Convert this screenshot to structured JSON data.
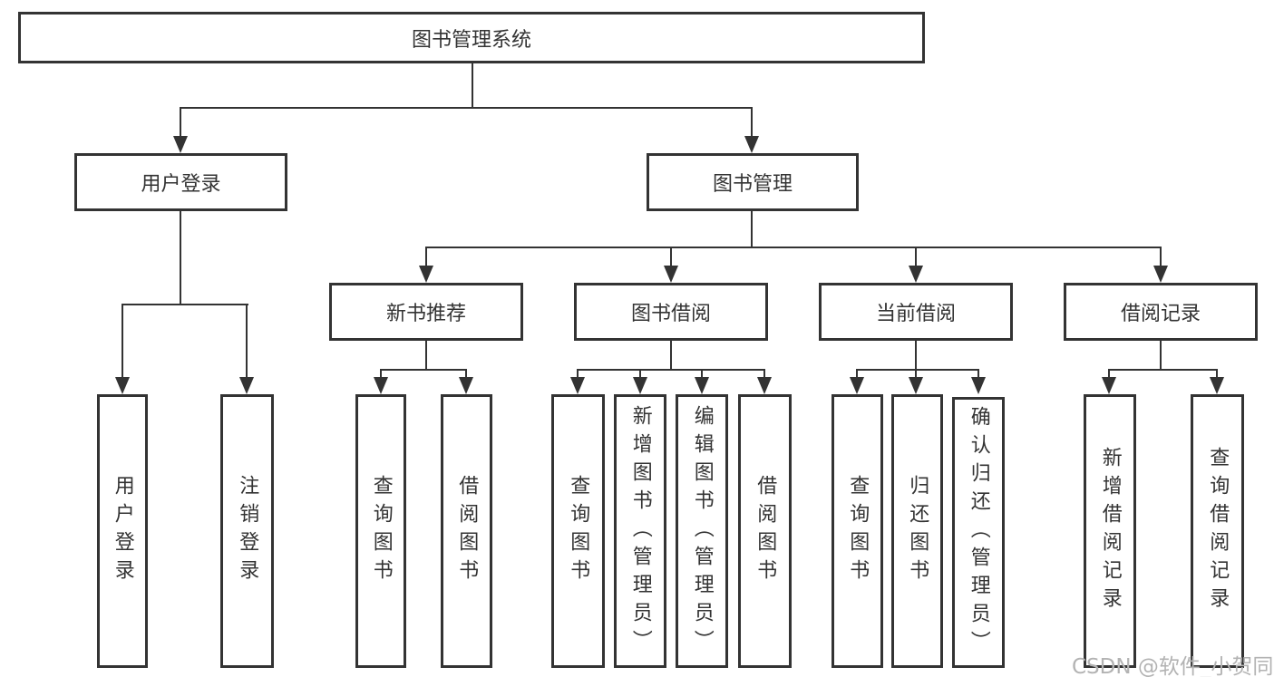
{
  "tree": {
    "root": "图书管理系统",
    "level2": [
      "用户登录",
      "图书管理"
    ],
    "level3": [
      "新书推荐",
      "图书借阅",
      "当前借阅",
      "借阅记录"
    ],
    "leaf_groups": [
      [
        "用户登录",
        "注销登录"
      ],
      [
        "查询图书",
        "借阅图书"
      ],
      [
        "查询图书",
        "新增图书（管理员）",
        "编辑图书（管理员）",
        "借阅图书"
      ],
      [
        "查询图书",
        "归还图书",
        "确认归还（管理员）"
      ],
      [
        "新增借阅记录",
        "查询借阅记录"
      ]
    ]
  },
  "watermark": "CSDN @软件_小贺同学",
  "colors": {
    "line": "#333333",
    "text": "#333333",
    "watermark": "#b3b3b3",
    "background": "#ffffff"
  }
}
